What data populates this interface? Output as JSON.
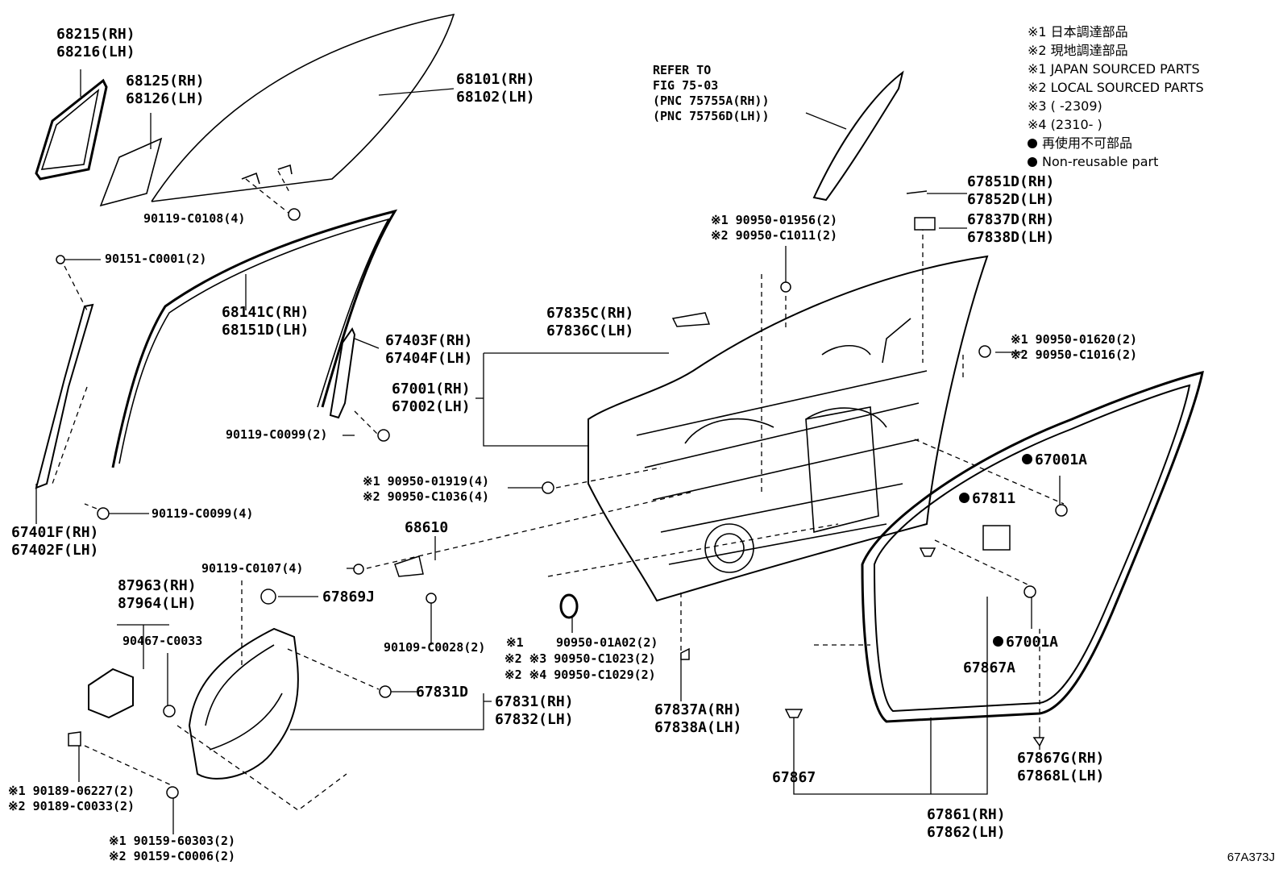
{
  "legend": {
    "line1": "※1  日本調達部品",
    "line2": "※2  現地調達部品",
    "line3": "※1  JAPAN SOURCED PARTS",
    "line4": "※2  LOCAL SOURCED PARTS",
    "line5": "※3 (        -2309)",
    "line6": "※4 (2310-       )",
    "line7": "再使用不可部品",
    "line8": "Non-reusable part"
  },
  "refer": {
    "l1": "REFER TO",
    "l2": "FIG 75-03",
    "l3": "(PNC 75755A(RH))",
    "l4": "(PNC 75756D(LH))"
  },
  "parts": {
    "p68215": "68215(RH)",
    "p68216": "68216(LH)",
    "p68125": "68125(RH)",
    "p68126": "68126(LH)",
    "p68101": "68101(RH)",
    "p68102": "68102(LH)",
    "p90119_0108": "90119-C0108(4)",
    "p90151": "90151-C0001(2)",
    "p68141c": "68141C(RH)",
    "p68151d": "68151D(LH)",
    "p67403f": "67403F(RH)",
    "p67404f": "67404F(LH)",
    "p67001": "67001(RH)",
    "p67002": "67002(LH)",
    "p90119_0099_2": "90119-C0099(2)",
    "p90119_0099_4": "90119-C0099(4)",
    "p67401f": "67401F(RH)",
    "p67402f": "67402F(LH)",
    "p67835c": "67835C(RH)",
    "p67836c": "67836C(LH)",
    "p90950_01956": "※1 90950-01956(2)",
    "p90950_c1011": "※2 90950-C1011(2)",
    "p67851d": "67851D(RH)",
    "p67852d": "67852D(LH)",
    "p67837d": "67837D(RH)",
    "p67838d": "67838D(LH)",
    "p90950_01620": "※1 90950-01620(2)",
    "p90950_c1016": "※2 90950-C1016(2)",
    "p67001a_1": "67001A",
    "p67811": "67811",
    "p67001a_2": "67001A",
    "p67867a": "67867A",
    "p90950_01919": "※1 90950-01919(4)",
    "p90950_c1036": "※2 90950-C1036(4)",
    "p68610": "68610",
    "p90119_0107": "90119-C0107(4)",
    "p67869j": "67869J",
    "p87963": "87963(RH)",
    "p87964": "87964(LH)",
    "p90467": "90467-C0033",
    "p90109": "90109-C0028(2)",
    "p90950_01a02_mark": "※1",
    "p90950_01a02": "90950-01A02(2)",
    "p90950_c1023": "※2 ※3 90950-C1023(2)",
    "p90950_c1029": "※2 ※4 90950-C1029(2)",
    "p67831d": "67831D",
    "p67831": "67831(RH)",
    "p67832": "67832(LH)",
    "p67837a": "67837A(RH)",
    "p67838a": "67838A(LH)",
    "p67867": "67867",
    "p67867g": "67867G(RH)",
    "p67868l": "67868L(LH)",
    "p67861": "67861(RH)",
    "p67862": "67862(LH)",
    "p90189_06227": "※1 90189-06227(2)",
    "p90189_c0033": "※2 90189-C0033(2)",
    "p90159_60303": "※1 90159-60303(2)",
    "p90159_c0006": "※2 90159-C0006(2)"
  },
  "figure_code": "67A373J"
}
